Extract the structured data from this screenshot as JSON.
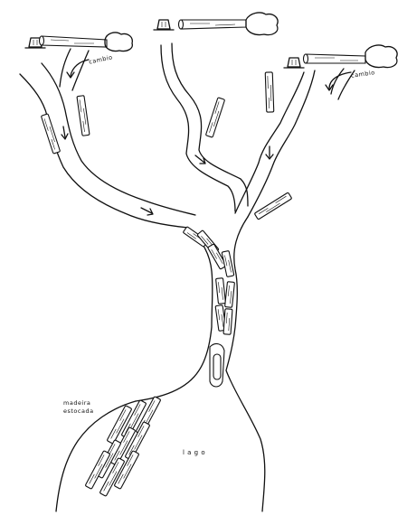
{
  "labels": {
    "cambio_left": "cambio",
    "cambio_right": "cambio",
    "madeira_line1": "madeira",
    "madeira_line2": "estocada",
    "lago": "l a g o"
  },
  "icons": [
    "tree-stump-icon",
    "felled-log-icon",
    "tree-crown-icon",
    "flow-arrow-icon",
    "boat-icon"
  ]
}
